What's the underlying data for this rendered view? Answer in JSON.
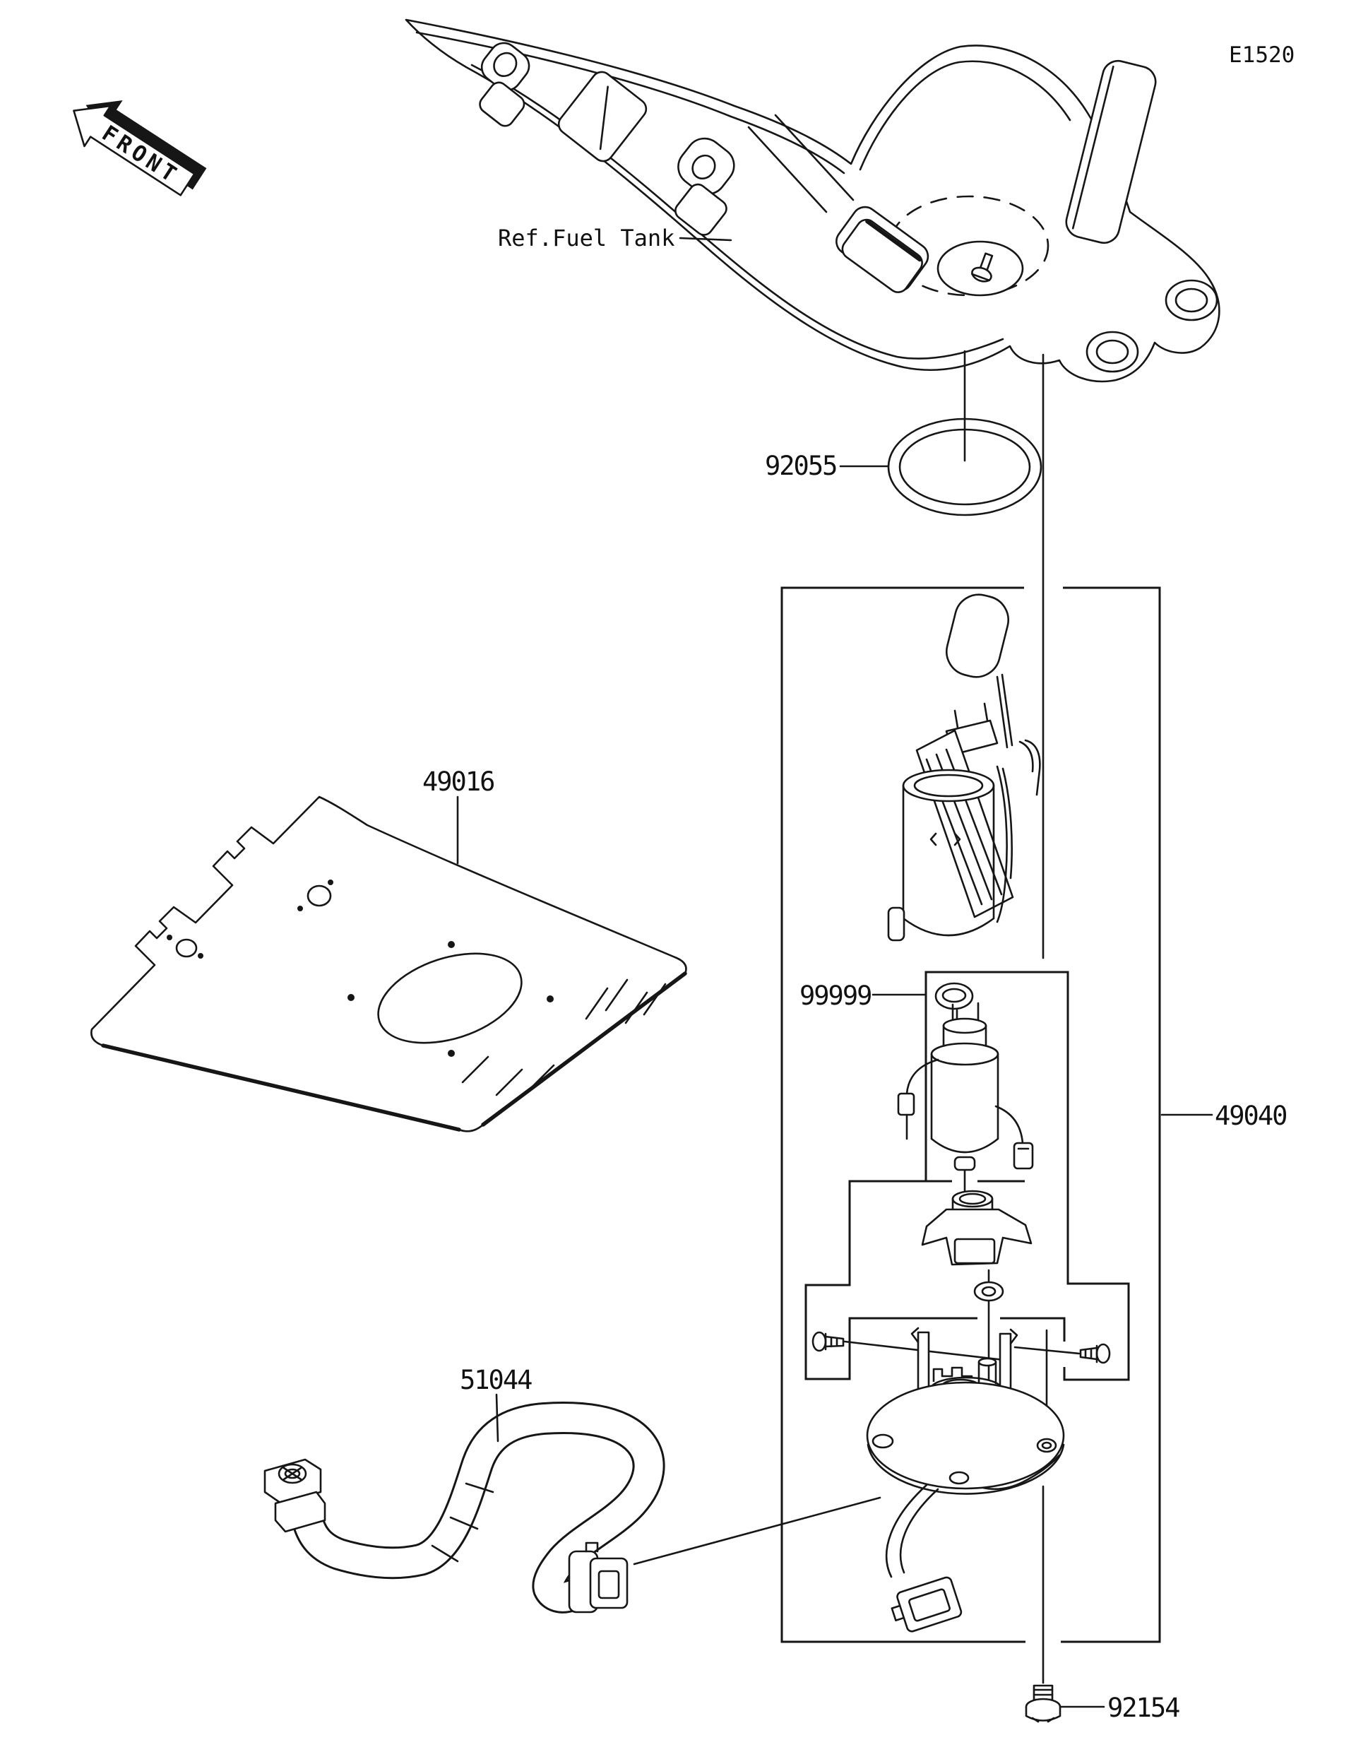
{
  "diagram": {
    "code": "E1520",
    "orientation_label": "FRONT",
    "reference_label": "Ref.Fuel Tank",
    "parts": {
      "tank_oring": "92055",
      "plate": "49016",
      "pump_service_kit": "99999",
      "fuel_pump_assembly": "49040",
      "fuel_hose": "51044",
      "flange_bolt": "92154"
    }
  }
}
